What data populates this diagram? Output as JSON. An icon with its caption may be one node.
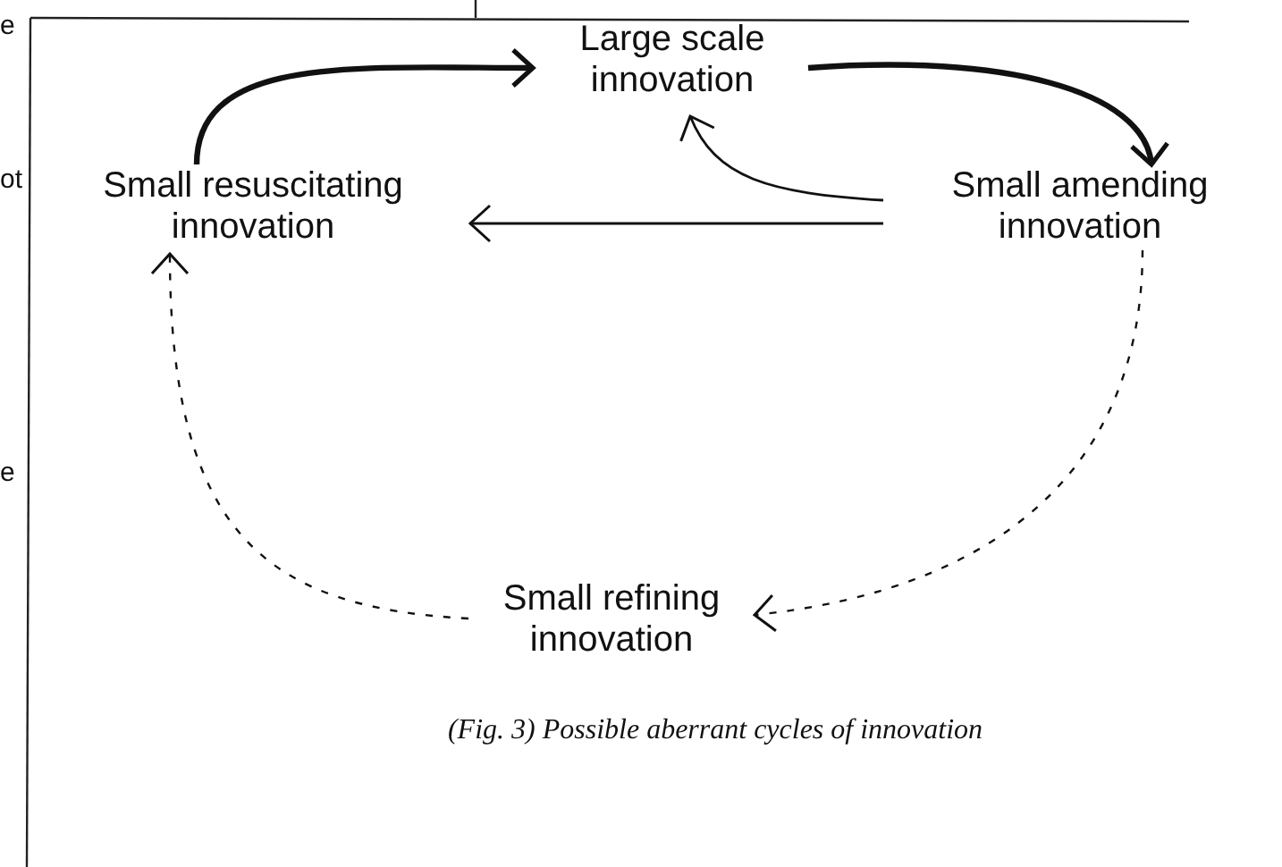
{
  "diagram": {
    "caption": "(Fig. 3) Possible aberrant cycles of innovation",
    "nodes": [
      {
        "text": [
          "Large scale innovation"
        ]
      },
      {
        "text": [
          "Small resuscitating innovation"
        ]
      },
      {
        "text": [
          "Small amending innovation"
        ]
      },
      {
        "text": [
          "Small refining innovation"
        ]
      }
    ],
    "edges": [
      {
        "from": 1,
        "to": 0,
        "arrow": "to",
        "style": "thick"
      },
      {
        "from": 0,
        "to": 2,
        "arrow": "to",
        "style": "thick"
      },
      {
        "from": 2,
        "to": 0,
        "arrow": "to"
      },
      {
        "from": 2,
        "to": 1,
        "arrow": "to"
      },
      {
        "from": 2,
        "to": 3,
        "arrow": "to",
        "style": "dashed"
      },
      {
        "from": 3,
        "to": 1,
        "arrow": "to",
        "style": "dashed"
      }
    ],
    "labels": [
      "e",
      "ot",
      "e"
    ]
  }
}
